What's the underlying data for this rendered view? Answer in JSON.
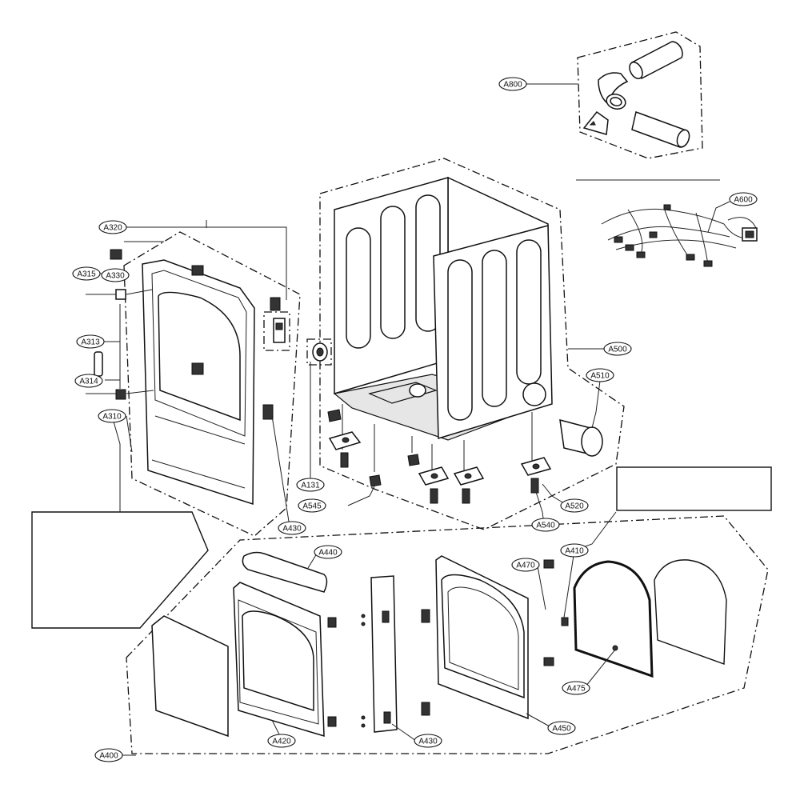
{
  "callouts": [
    {
      "id": "a800",
      "label": "A800"
    },
    {
      "id": "a600",
      "label": "A600"
    },
    {
      "id": "a500",
      "label": "A500"
    },
    {
      "id": "a510",
      "label": "A510"
    },
    {
      "id": "a520",
      "label": "A520"
    },
    {
      "id": "a540",
      "label": "A540"
    },
    {
      "id": "a545",
      "label": "A545"
    },
    {
      "id": "a131",
      "label": "A131"
    },
    {
      "id": "a320",
      "label": "A320"
    },
    {
      "id": "a315",
      "label": "A315"
    },
    {
      "id": "a330",
      "label": "A330"
    },
    {
      "id": "a313",
      "label": "A313"
    },
    {
      "id": "a314",
      "label": "A314"
    },
    {
      "id": "a310",
      "label": "A310"
    },
    {
      "id": "a430a",
      "label": "A430"
    },
    {
      "id": "a440",
      "label": "A440"
    },
    {
      "id": "a470",
      "label": "A470"
    },
    {
      "id": "a410",
      "label": "A410"
    },
    {
      "id": "a475",
      "label": "A475"
    },
    {
      "id": "a450",
      "label": "A450"
    },
    {
      "id": "a430b",
      "label": "A430"
    },
    {
      "id": "a420",
      "label": "A420"
    },
    {
      "id": "a400",
      "label": "A400"
    }
  ]
}
